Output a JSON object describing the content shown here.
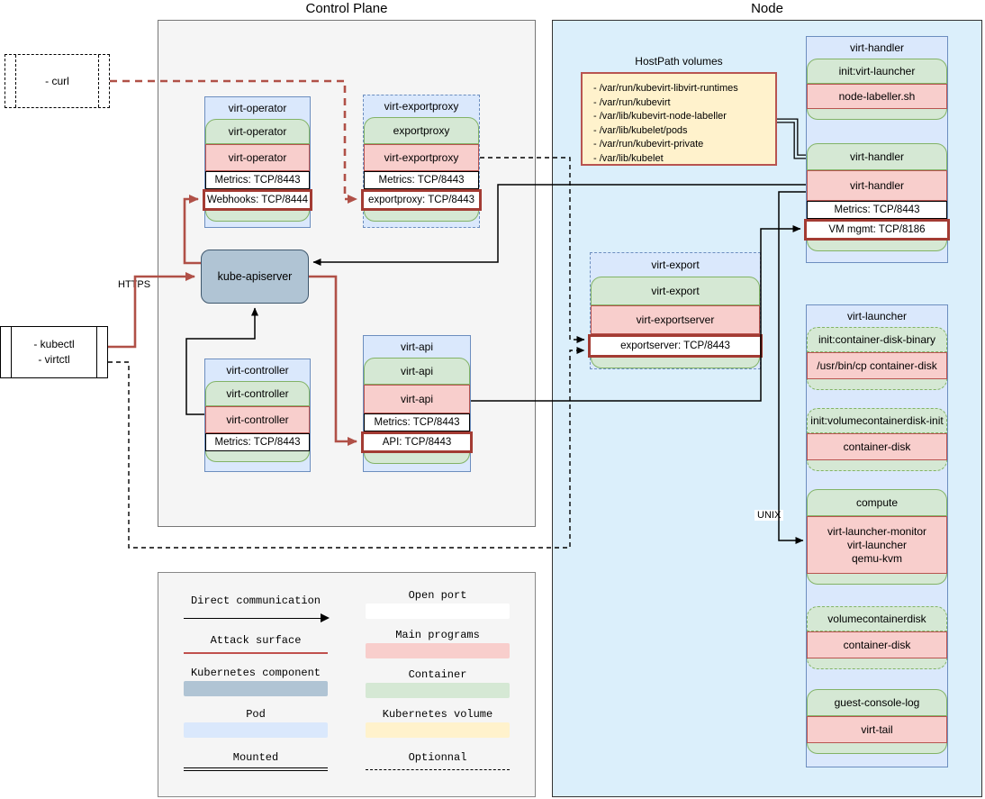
{
  "diagram": {
    "control_plane_title": "Control Plane",
    "node_title": "Node",
    "https_label": "HTTPS",
    "unix_label": "UNIX",
    "kube_apiserver_label": "kube-apiserver"
  },
  "external": {
    "curl_label": "- curl",
    "client_lines": [
      "- kubectl",
      "- virtctl"
    ]
  },
  "hostpath": {
    "title": "HostPath volumes",
    "paths": [
      "- /var/run/kubevirt-libvirt-runtimes",
      "- /var/run/kubevirt",
      "- /var/lib/kubevirt-node-labeller",
      "- /var/lib/kubelet/pods",
      "- /var/run/kubevirt-private",
      "- /var/lib/kubelet"
    ]
  },
  "pods": {
    "virt_operator": {
      "title": "virt-operator",
      "container": "virt-operator",
      "program": "virt-operator",
      "metrics_port": "Metrics: TCP/8443",
      "webhooks_port": "Webhooks: TCP/8444"
    },
    "virt_exportproxy": {
      "title": "virt-exportproxy",
      "container": "exportproxy",
      "program": "virt-exportproxy",
      "metrics_port": "Metrics: TCP/8443",
      "proxy_port": "exportproxy: TCP/8443"
    },
    "virt_controller": {
      "title": "virt-controller",
      "container": "virt-controller",
      "program": "virt-controller",
      "metrics_port": "Metrics: TCP/8443"
    },
    "virt_api": {
      "title": "virt-api",
      "container": "virt-api",
      "program": "virt-api",
      "metrics_port": "Metrics: TCP/8443",
      "api_port": "API: TCP/8443"
    },
    "virt_export": {
      "title": "virt-export",
      "container": "virt-export",
      "program": "virt-exportserver",
      "export_port": "exportserver: TCP/8443"
    },
    "virt_handler": {
      "title": "virt-handler",
      "init_container": "init:virt-launcher",
      "init_program": "node-labeller.sh",
      "container": "virt-handler",
      "program": "virt-handler",
      "metrics_port": "Metrics: TCP/8443",
      "vm_mgmt_port": "VM mgmt: TCP/8186"
    },
    "virt_launcher": {
      "title": "virt-launcher",
      "init_disk_container": "init:container-disk-binary",
      "init_disk_program": "/usr/bin/cp container-disk",
      "init_volume_container": "init:volumecontainerdisk-init",
      "init_volume_program": "container-disk",
      "compute_container": "compute",
      "compute_programs": [
        "virt-launcher-monitor",
        "virt-launcher",
        "qemu-kvm"
      ],
      "volume_container": "volumecontainerdisk",
      "volume_program": "container-disk",
      "console_container": "guest-console-log",
      "console_program": "virt-tail"
    }
  },
  "legend": {
    "left": [
      {
        "label": "Direct communication",
        "type": "arrow"
      },
      {
        "label": "Attack surface",
        "type": "red-line"
      },
      {
        "label": "Kubernetes component",
        "type": "swatch-k8s"
      },
      {
        "label": "Pod",
        "type": "swatch-pod"
      },
      {
        "label": "Mounted",
        "type": "double-line"
      }
    ],
    "right": [
      {
        "label": "Open port",
        "type": "swatch-open-port"
      },
      {
        "label": "Main programs",
        "type": "swatch-programs"
      },
      {
        "label": "Container",
        "type": "swatch-container"
      },
      {
        "label": "Kubernetes volume",
        "type": "swatch-volume"
      },
      {
        "label": "Optionnal",
        "type": "dashed-line"
      }
    ]
  },
  "colors": {
    "pod_fill": "#dae8fc",
    "pod_border": "#6c8ebf",
    "container_fill": "#d5e8d4",
    "container_border": "#82b366",
    "program_fill": "#f8cecc",
    "program_border": "#b85450",
    "volume_fill": "#fff2cc",
    "k8s_component_fill": "#b0c4d4",
    "attack_border": "#a33b33",
    "attack_line": "#c0504d",
    "node_fill": "#dbeffb",
    "panel_fill": "#f5f5f5"
  }
}
